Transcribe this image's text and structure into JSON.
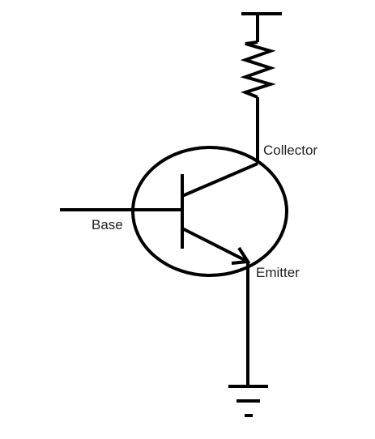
{
  "labels": {
    "collector": "Collector",
    "base": "Base",
    "emitter": "Emitter"
  },
  "colors": {
    "stroke": "#000000",
    "text": "#222222",
    "background": "#ffffff"
  }
}
